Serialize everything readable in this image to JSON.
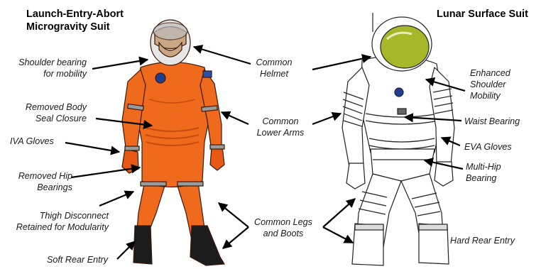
{
  "titles": {
    "left": [
      "Launch-Entry-Abort",
      "Microgravity Suit"
    ],
    "right": "Lunar Surface Suit"
  },
  "labels": {
    "shoulder_bearing": [
      "Shoulder bearing",
      "for mobility"
    ],
    "removed_body_seal": [
      "Removed Body",
      "Seal Closure"
    ],
    "iva_gloves": "IVA Gloves",
    "removed_hip": [
      "Removed Hip",
      "Bearings"
    ],
    "thigh_disconnect": [
      "Thigh Disconnect",
      "Retained for Modularity"
    ],
    "soft_rear_entry": "Soft Rear Entry",
    "common_helmet": [
      "Common",
      "Helmet"
    ],
    "common_lower_arms": [
      "Common",
      "Lower Arms"
    ],
    "common_legs_boots": [
      "Common Legs",
      "and Boots"
    ],
    "enhanced_shoulder": [
      "Enhanced",
      "Shoulder",
      "Mobility"
    ],
    "waist_bearing": "Waist Bearing",
    "eva_gloves": "EVA Gloves",
    "multi_hip": [
      "Multi-Hip",
      "Bearing"
    ],
    "hard_rear_entry": "Hard Rear Entry"
  },
  "colors": {
    "orange_suit": "#f06a1e",
    "orange_shade": "#c94b10",
    "visor": "#a8b62a",
    "outline": "#222222",
    "arrow": "#000000"
  }
}
